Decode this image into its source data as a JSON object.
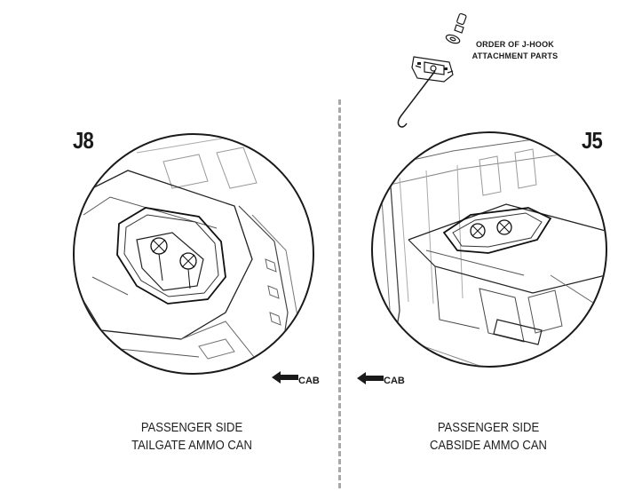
{
  "left_panel": {
    "step_label": "J8",
    "caption_line1": "PASSENGER SIDE",
    "caption_line2": "TAILGATE AMMO CAN",
    "direction_label": "CAB"
  },
  "right_panel": {
    "step_label": "J5",
    "caption_line1": "PASSENGER SIDE",
    "caption_line2": "CABSIDE AMMO CAN",
    "direction_label": "CAB"
  },
  "jhook_note": {
    "line1": "ORDER OF J-HOOK",
    "line2": "ATTACHMENT PARTS"
  },
  "icons": {
    "cab_arrow": "arrow-left-icon",
    "jhook": "j-hook-assembly-icon"
  }
}
